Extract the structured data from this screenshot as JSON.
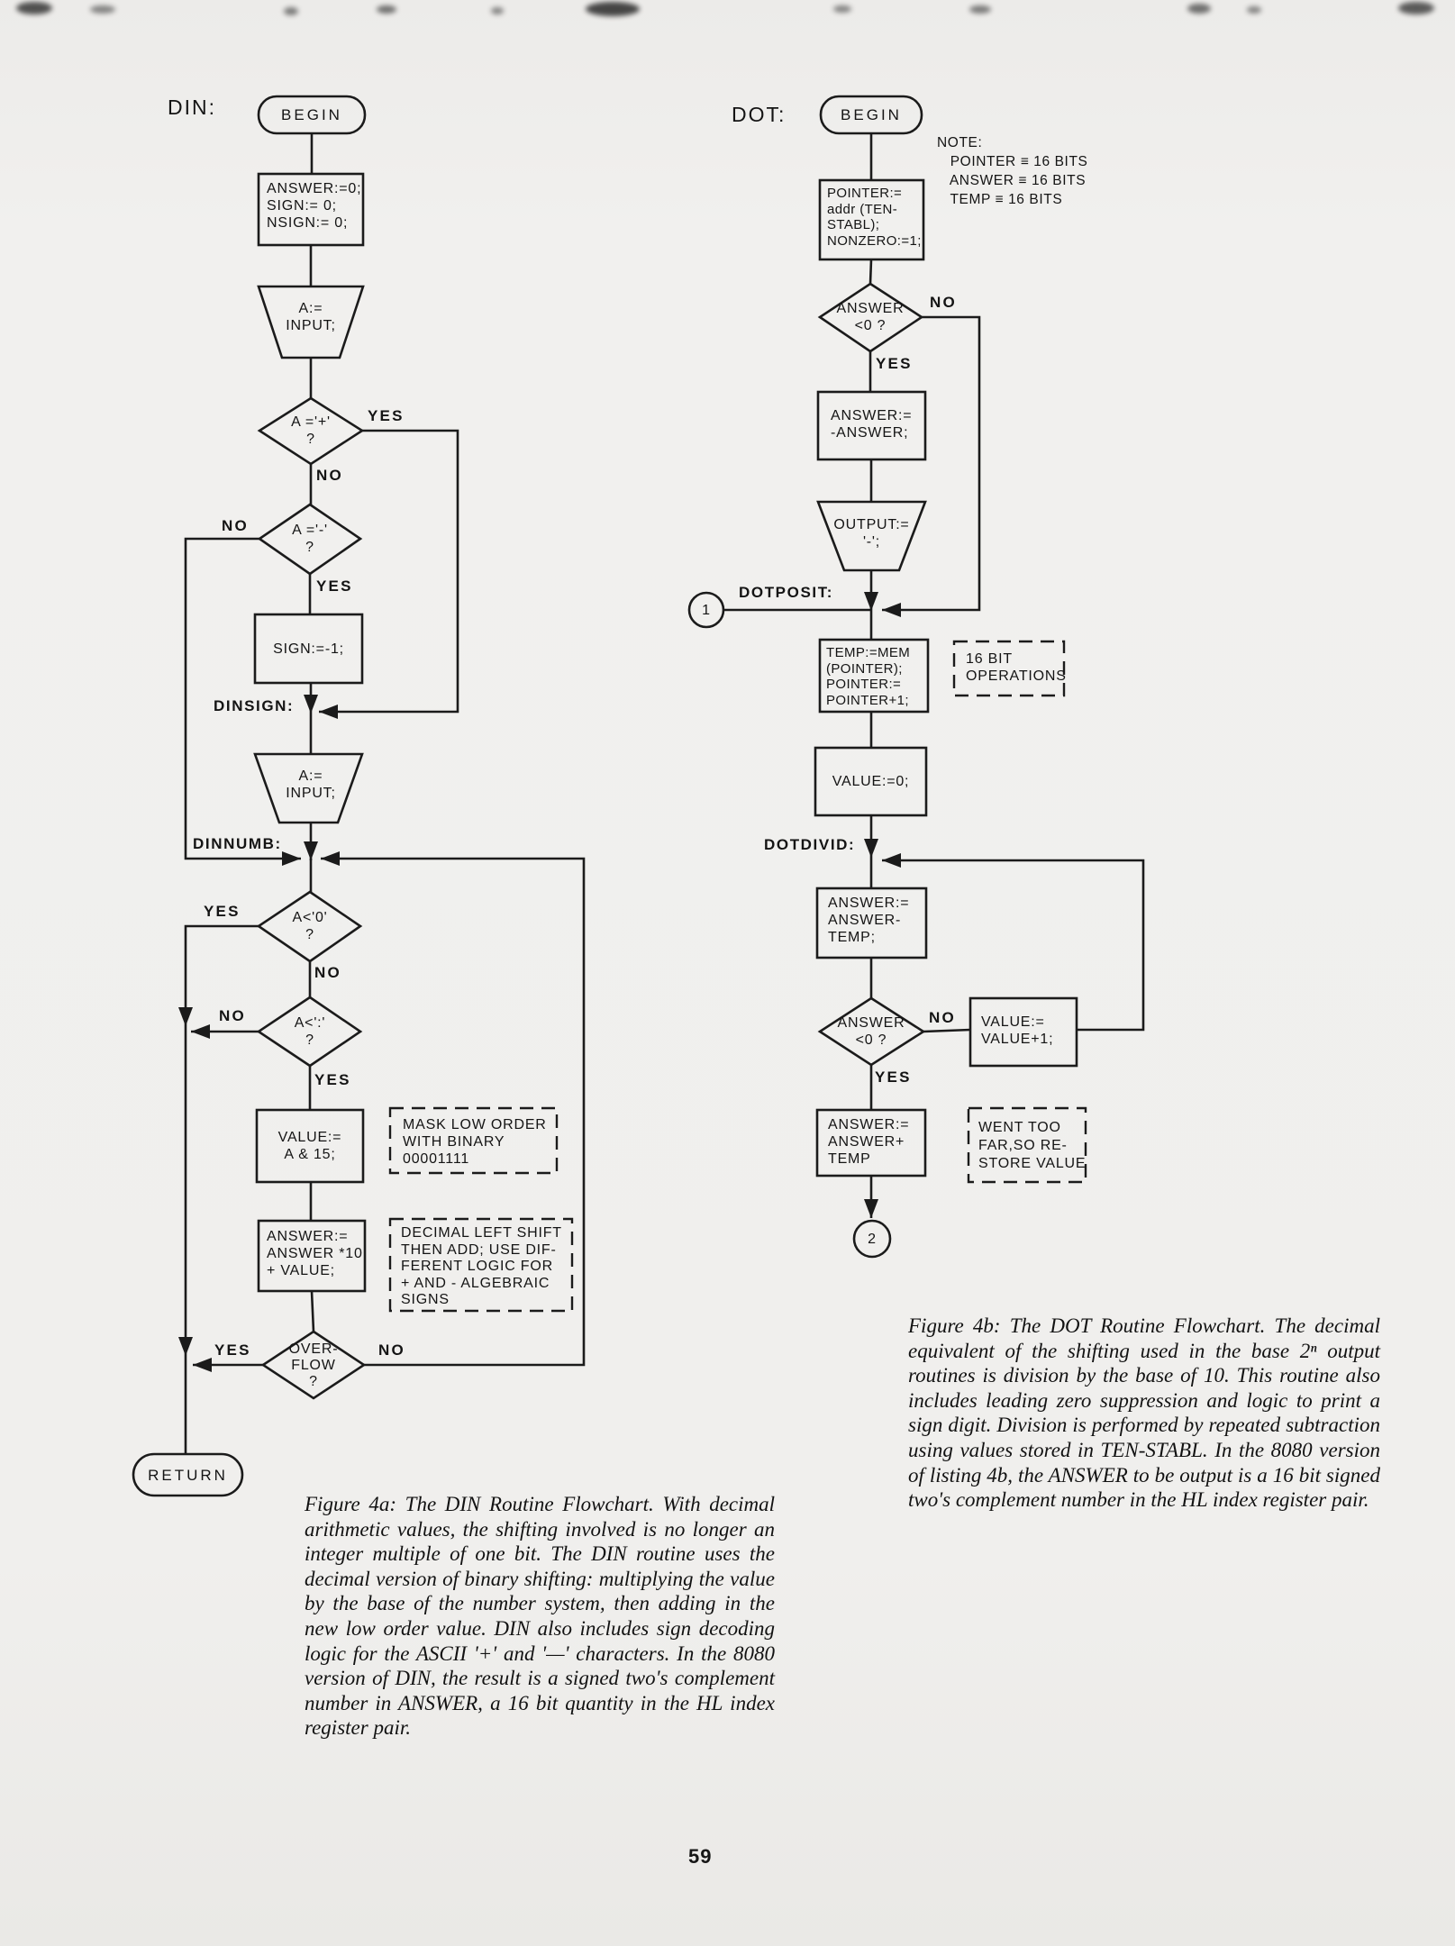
{
  "page": {
    "number": "59"
  },
  "din": {
    "title": "DIN:",
    "begin": "BEGIN",
    "init": "ANSWER:=0;\nSIGN:= 0;\nNSIGN:= 0;",
    "input1": "A:=\nINPUT;",
    "d_plus": "A ='+'\n?",
    "d_plus_yes": "YES",
    "d_plus_no": "NO",
    "d_minus": "A ='-'\n?",
    "d_minus_no": "NO",
    "d_minus_yes": "YES",
    "sign": "SIGN:=-1;",
    "dinsign": "DINSIGN:",
    "input2": "A:=\nINPUT;",
    "dinnumb": "DINNUMB:",
    "d_lt_zero": "A<'0'\n?",
    "d_lt_zero_yes": "YES",
    "d_lt_zero_no": "NO",
    "d_lt_colon": "A<':'\n?",
    "d_lt_colon_no": "NO",
    "d_lt_colon_yes": "YES",
    "value": "VALUE:=\nA & 15;",
    "mask_note": "MASK LOW ORDER\nWITH BINARY\n00001111",
    "answer": "ANSWER:=\nANSWER *10\n+ VALUE;",
    "decimal_note": "DECIMAL LEFT SHIFT\nTHEN ADD; USE DIF-\nFERENT LOGIC FOR\n+ AND - ALGEBRAIC\nSIGNS",
    "d_overflow": "OVER-\nFLOW\n?",
    "d_overflow_yes": "YES",
    "d_overflow_no": "NO",
    "return": "RETURN"
  },
  "dot": {
    "title": "DOT:",
    "begin": "BEGIN",
    "note": "NOTE:\n   POINTER ≡ 16 BITS\n   ANSWER ≡ 16 BITS\n   TEMP ≡ 16 BITS",
    "pointer": "POINTER:=\naddr (TEN-\nSTABL);\nNONZERO:=1;",
    "d_neg": "ANSWER\n<0 ?",
    "d_neg_no": "NO",
    "d_neg_yes": "YES",
    "negate": "ANSWER:=\n-ANSWER;",
    "output": "OUTPUT:=\n'-';",
    "dotposit": "DOTPOSIT:",
    "connector1": "1",
    "temp": "TEMP:=MEM\n(POINTER);\nPOINTER:=\nPOINTER+1;",
    "bit16_note": "16 BIT\nOPERATIONS",
    "value0": "VALUE:=0;",
    "dotdivid": "DOTDIVID:",
    "subtract": "ANSWER:=\nANSWER-\nTEMP;",
    "d_neg2": "ANSWER\n<0 ?",
    "d_neg2_no": "NO",
    "d_neg2_yes": "YES",
    "increment": "VALUE:=\nVALUE+1;",
    "restore": "ANSWER:=\nANSWER+\nTEMP",
    "went_note": "WENT TOO\nFAR,SO RE-\nSTORE VALUE",
    "connector2": "2"
  },
  "captions": {
    "fig4a": "Figure 4a: The DIN Routine Flowchart. With decimal arithmetic values, the shifting involved is no longer an integer multiple of one bit. The DIN routine uses the decimal version of binary shifting: multiplying the value by the base of the number system, then adding in the new low order value. DIN also includes sign decoding logic for the ASCII '+' and '—' characters. In the 8080 version of DIN, the result is a signed two's complement number in ANSWER, a 16 bit quantity in the HL index register pair.",
    "fig4b": "Figure 4b: The DOT Routine Flowchart. The decimal equivalent of the shifting used in the base 2ⁿ output routines is division by the base of 10. This routine also includes leading zero suppression and logic to print a sign digit. Division is performed by repeated subtraction using values stored in TEN-STABL. In the 8080 version of listing 4b, the ANSWER to be output is a 16 bit signed two's complement number in the HL index register pair."
  }
}
